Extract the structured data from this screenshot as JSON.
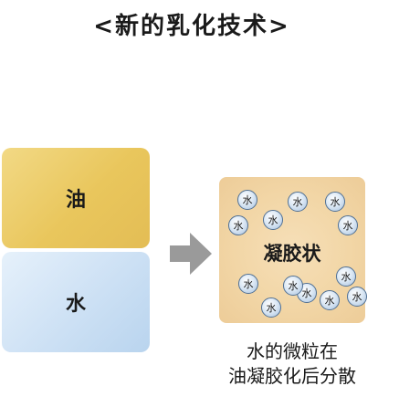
{
  "title": "<新的乳化技术>",
  "left": {
    "oil_label": "油",
    "water_label": "水"
  },
  "gel": {
    "label": "凝胶状",
    "droplet_label": "水",
    "droplet_count": 13
  },
  "caption": {
    "line1": "水的微粒在",
    "line2": "油凝胶化后分散"
  },
  "colors": {
    "oil": "#e9c65c",
    "water": "#cfe2f5",
    "gel": "#f2d6a6",
    "arrow": "#9a9a9a",
    "droplet_border": "#4f6f93"
  },
  "icons": {
    "arrow": "arrow-right-icon"
  }
}
